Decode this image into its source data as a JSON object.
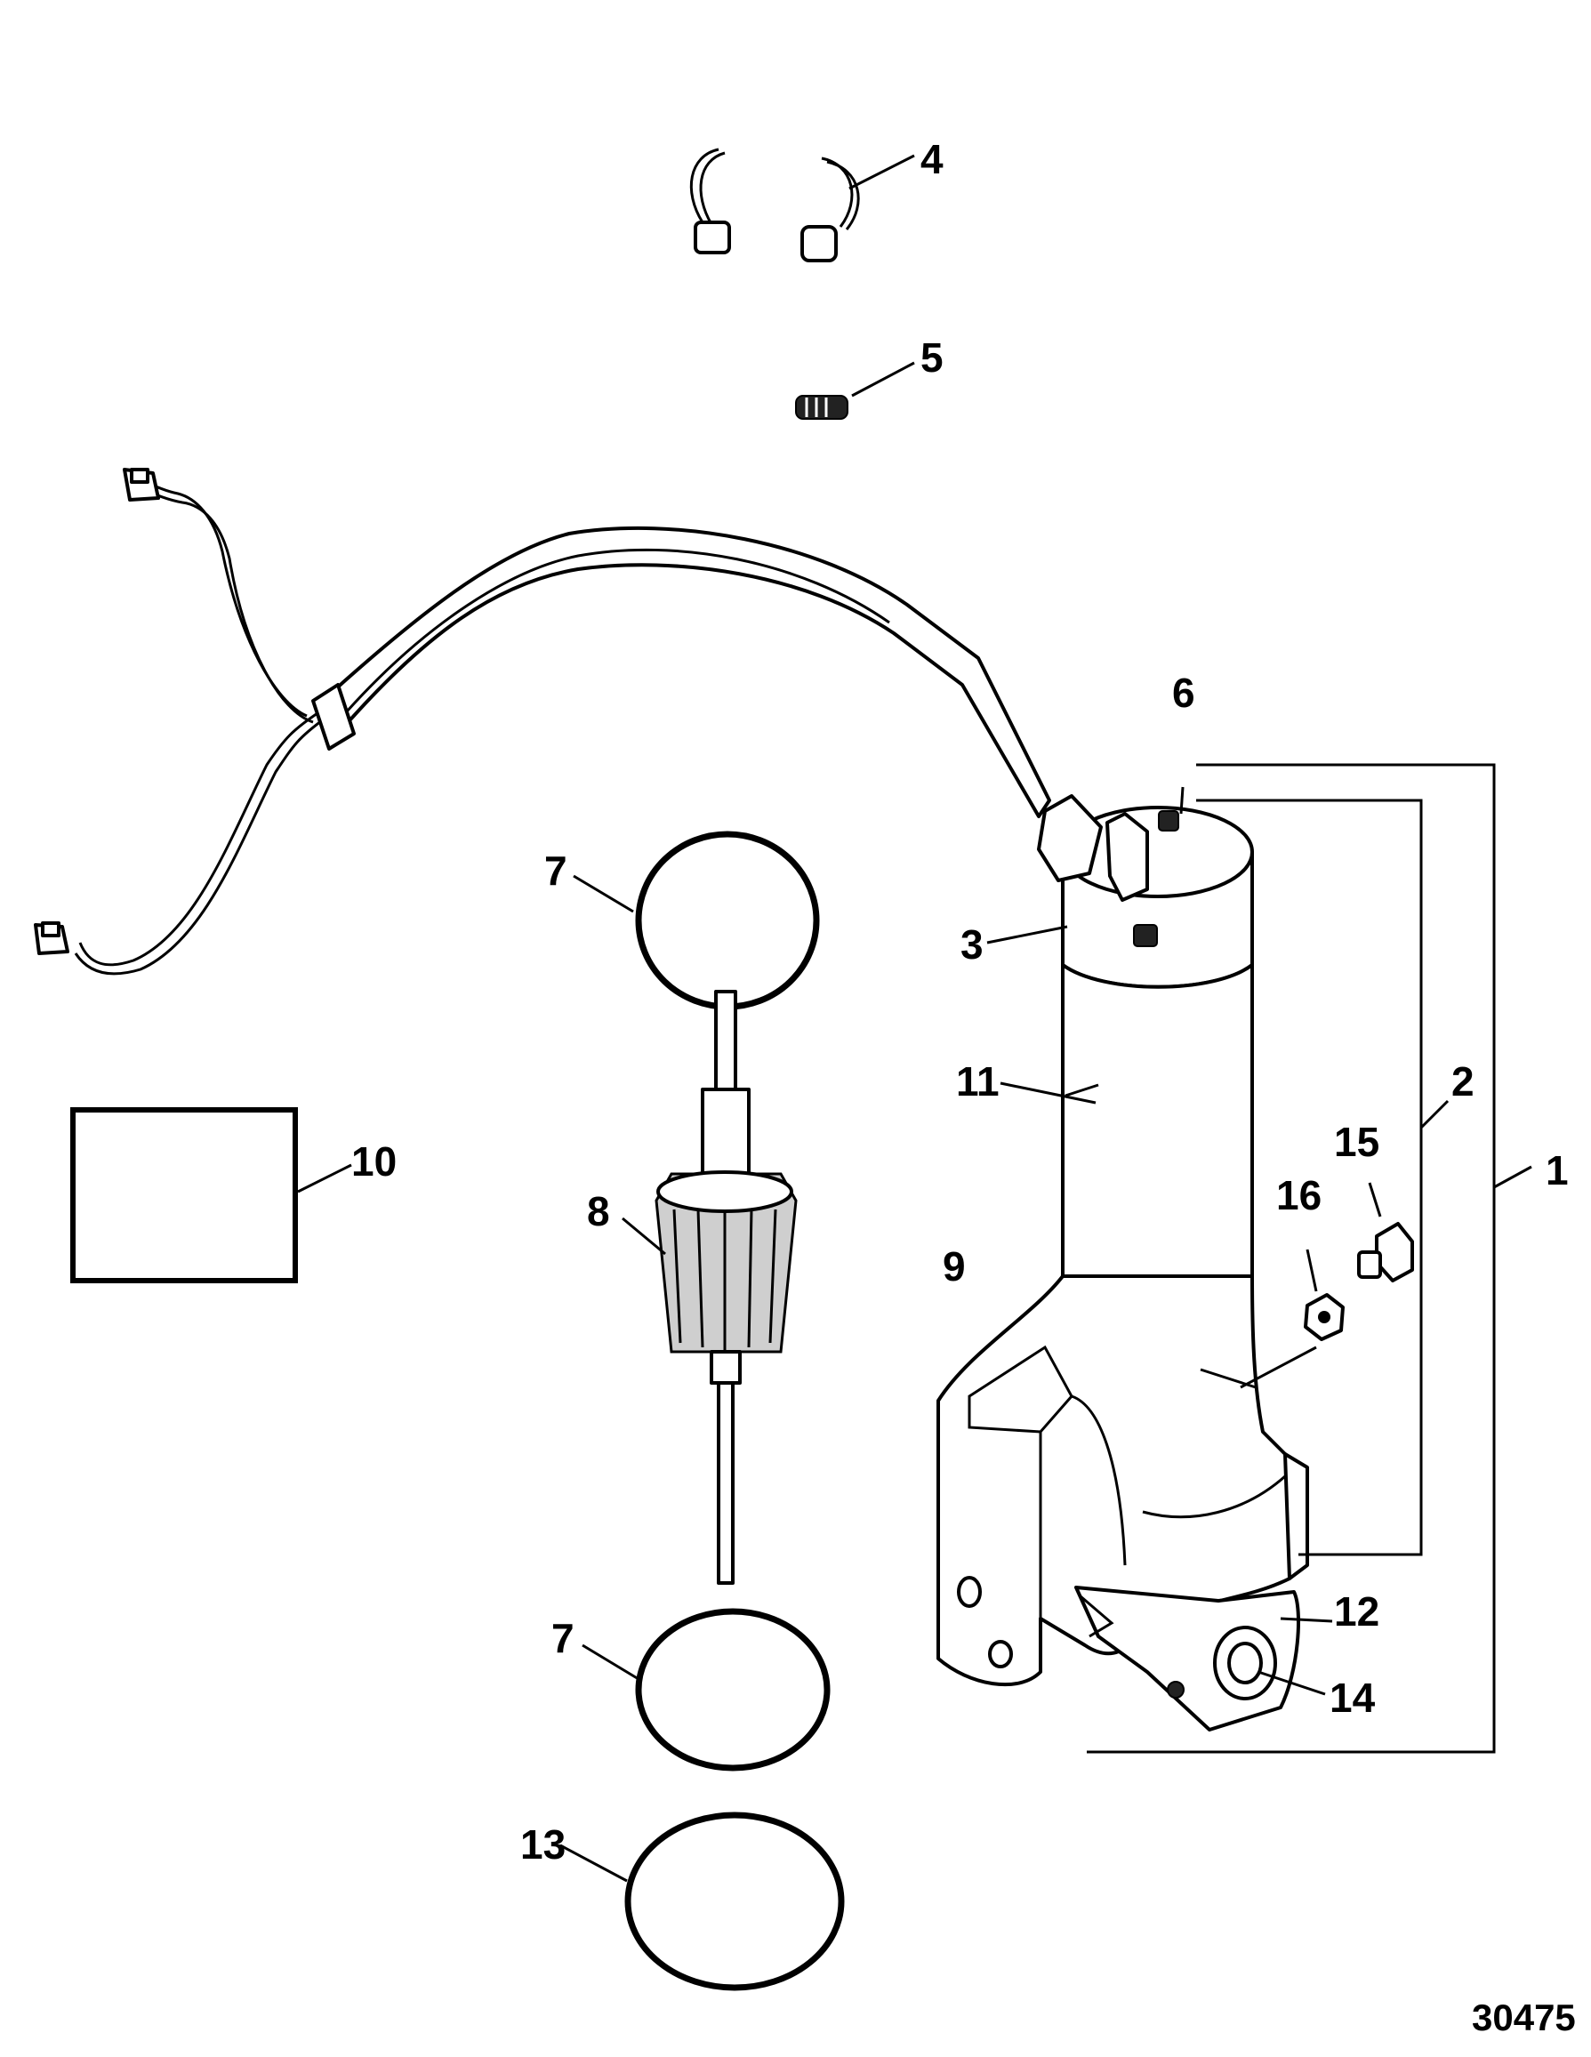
{
  "callouts": {
    "c1": "1",
    "c2": "2",
    "c3": "3",
    "c4": "4",
    "c5": "5",
    "c6": "6",
    "c7a": "7",
    "c7b": "7",
    "c8": "8",
    "c9": "9",
    "c10": "10",
    "c11": "11",
    "c12": "12",
    "c13": "13",
    "c14": "14",
    "c15": "15",
    "c16": "16"
  },
  "figure_number": "30475"
}
